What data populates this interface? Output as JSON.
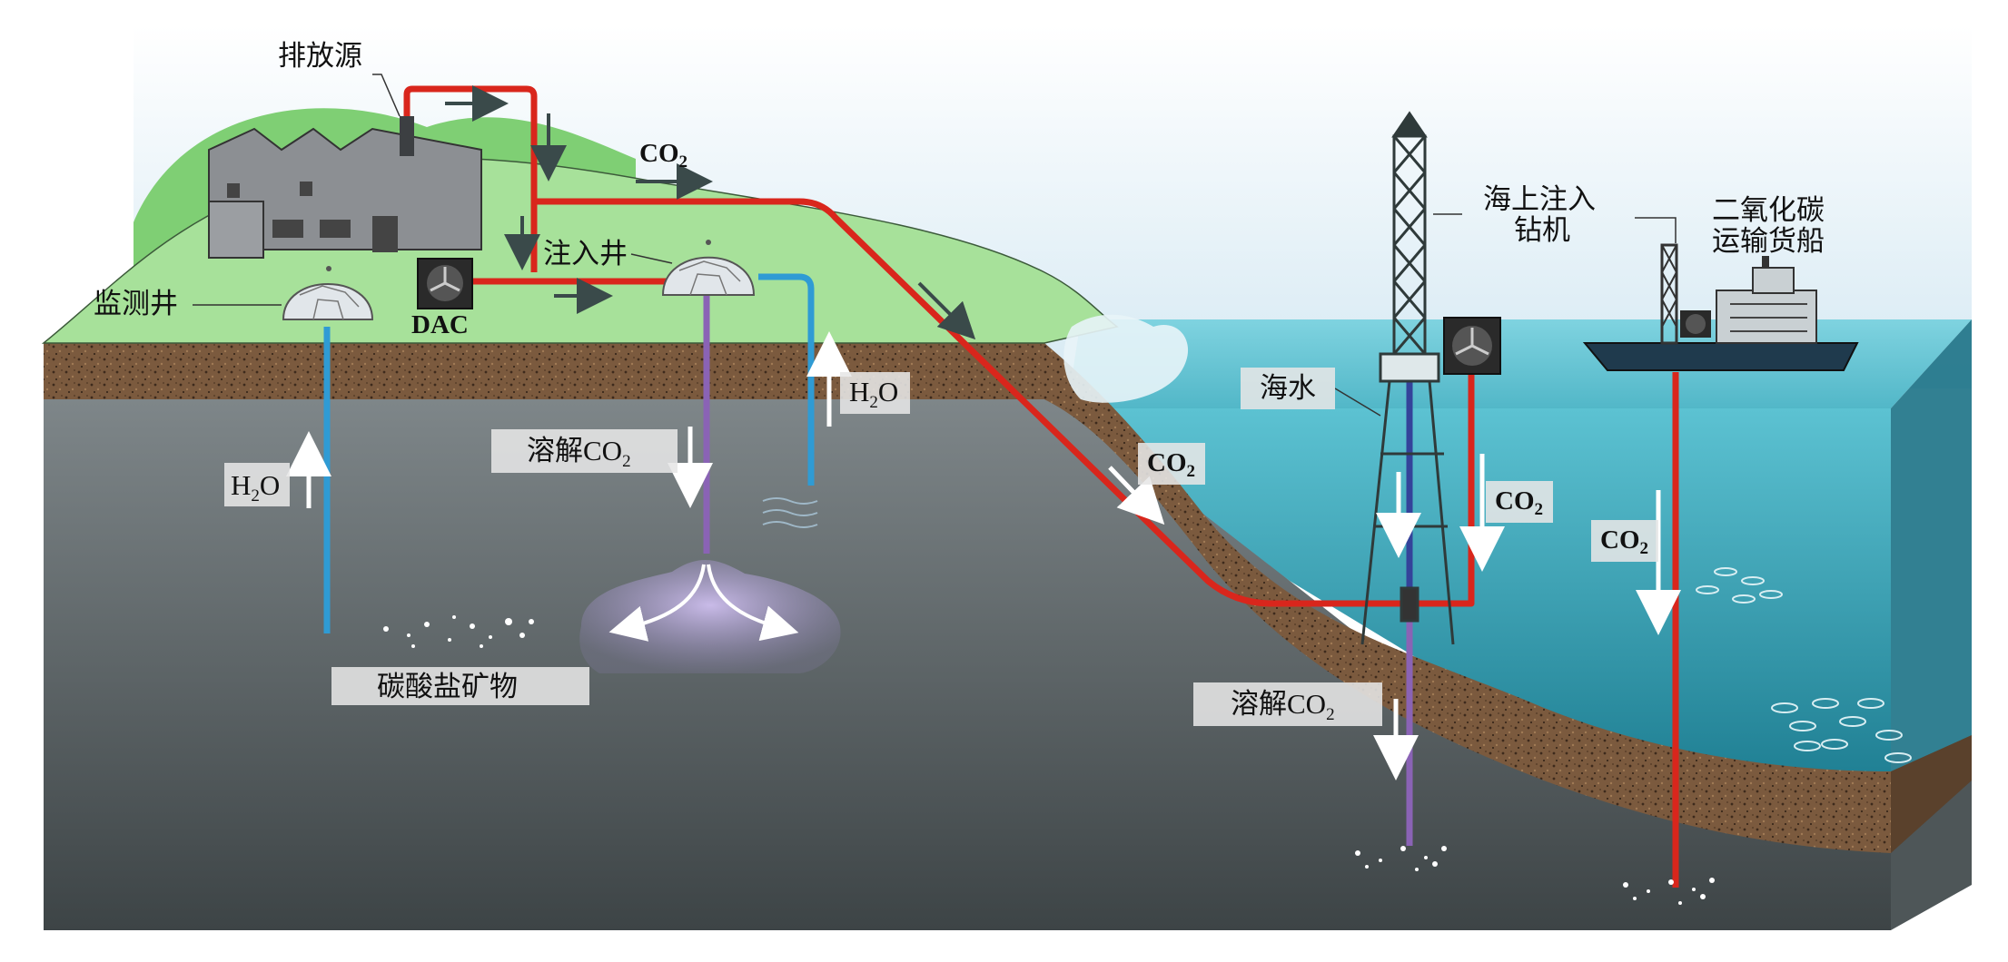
{
  "labels": {
    "emission_source": "排放源",
    "co2": "CO",
    "co2_sub": "2",
    "injection_well": "注入井",
    "monitoring_well": "监测井",
    "dac": "DAC",
    "h2o_h": "H",
    "h2o_sub": "2",
    "h2o_o": "O",
    "dissolved_co2": "溶解CO",
    "carbonate_minerals": "碳酸盐矿物",
    "offshore_rig_line1": "海上注入",
    "offshore_rig_line2": "钻机",
    "ship_line1": "二氧化碳",
    "ship_line2": "运输货船",
    "seawater": "海水"
  },
  "colors": {
    "sky": "#dfeef6",
    "grass": "#a7e19a",
    "soil": "#7a5a3f",
    "rock": "#5f6769",
    "sea": "#2a93a6",
    "pipe_co2": "#d9261c",
    "pipe_water": "#2f9bd4",
    "pipe_dissolved": "#8a63b5",
    "plume": "#b4a6d8"
  },
  "icons": [
    "factory-icon",
    "dome-icon",
    "fan-icon",
    "drilling-rig-icon",
    "cargo-ship-icon",
    "fish-icon",
    "arrow-icon"
  ]
}
